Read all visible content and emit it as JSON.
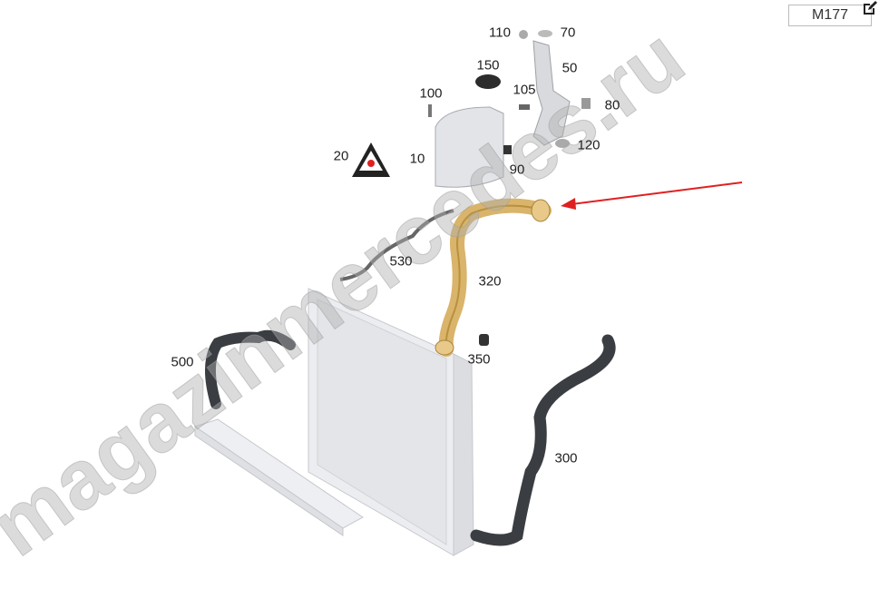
{
  "variant_label": "M177",
  "watermark": "magazinmercedes.ru",
  "icons": {
    "edit": "edit-icon",
    "arrow": "red-arrow-pointer"
  },
  "colors": {
    "highlight_part": "#d9b46a",
    "arrow": "#e02020",
    "hose": "#3a3d42",
    "radiator": "#e6e7ea"
  },
  "part_labels": {
    "p110": "110",
    "p70": "70",
    "p150": "150",
    "p50": "50",
    "p100": "100",
    "p105": "105",
    "p80": "80",
    "p10": "10",
    "p90": "90",
    "p120": "120",
    "p20": "20",
    "p530": "530",
    "p320": "320",
    "p500": "500",
    "p350": "350",
    "p300": "300"
  }
}
